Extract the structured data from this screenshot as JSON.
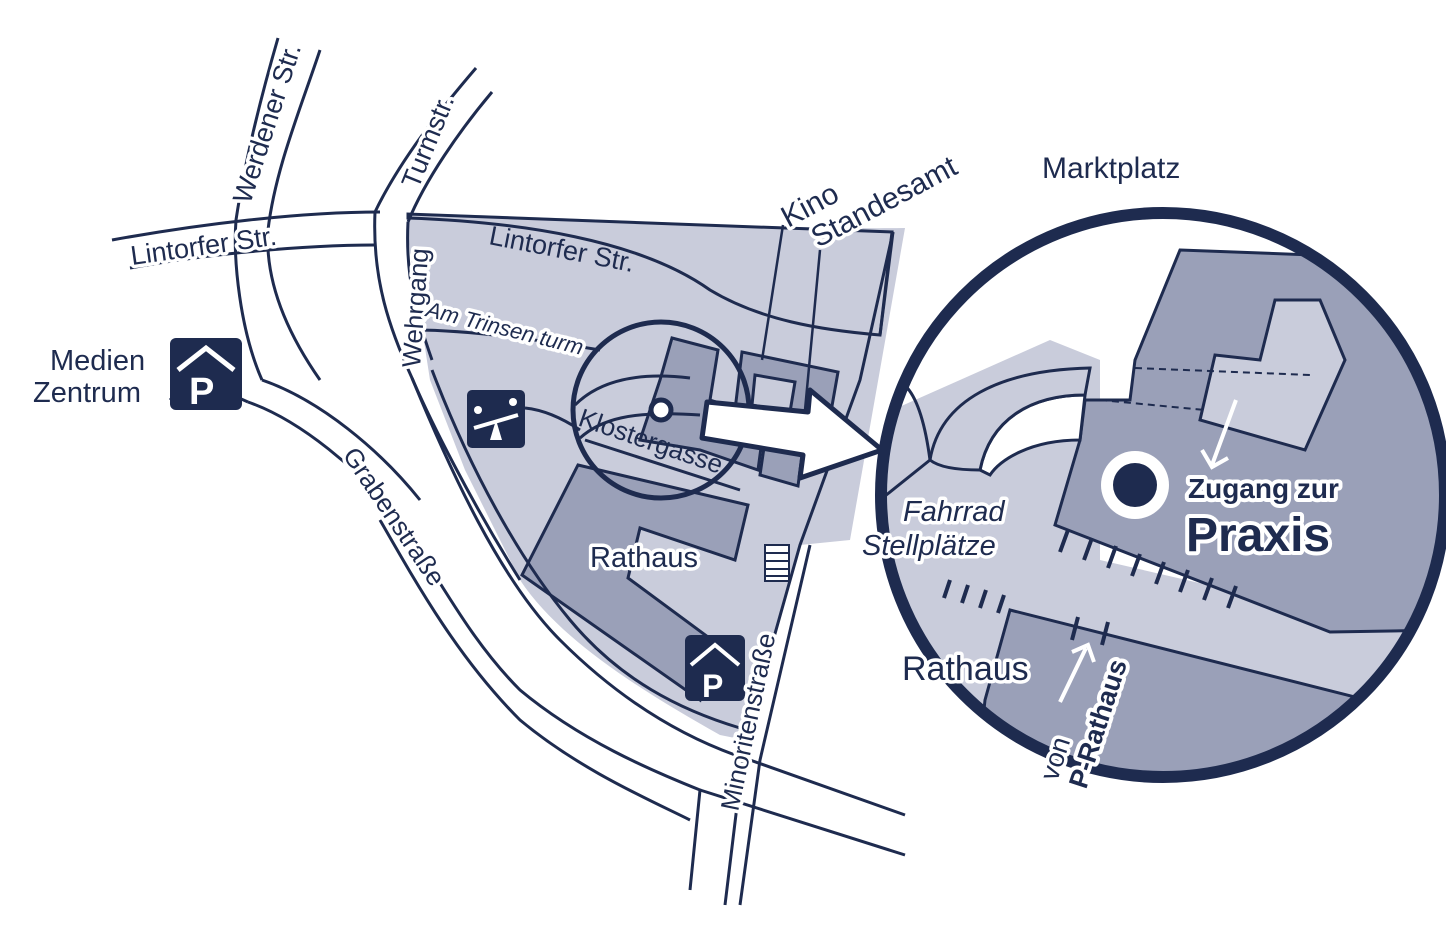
{
  "colors": {
    "ink": "#1e2b4f",
    "light_area": "#c9ccdb",
    "building": "#9aa0b8",
    "white": "#ffffff"
  },
  "icons": {
    "parking": "parking-garage-icon",
    "playground": "seesaw-playground-icon",
    "location": "location-marker-icon",
    "arrow": "zoom-arrow-icon"
  },
  "streets": {
    "werdener": "Werdener Str.",
    "turm": "Turmstr.",
    "lintorfer_left": "Lintorfer Str.",
    "lintorfer_right": "Lintorfer Str.",
    "wehrgang": "Wehrgang",
    "trinsenturm": "Am Trinsen turm",
    "grabenstrasse": "Grabenstraße",
    "klostergasse": "Klostergasse",
    "minoritenstrasse": "Minoritenstraße"
  },
  "places": {
    "kino": "Kino",
    "standesamt": "Standesamt",
    "marktplatz": "Marktplatz",
    "medien_line1": "Medien",
    "medien_line2": "Zentrum",
    "parking_letter": "P",
    "rathaus": "Rathaus"
  },
  "detail": {
    "fahrrad_line1": "Fahrrad",
    "fahrrad_line2": "Stellplätze",
    "rathaus": "Rathaus",
    "zugang_line1": "Zugang zur",
    "zugang_line2": "Praxis",
    "von_line1": "von",
    "von_line2": "P-Rathaus"
  }
}
